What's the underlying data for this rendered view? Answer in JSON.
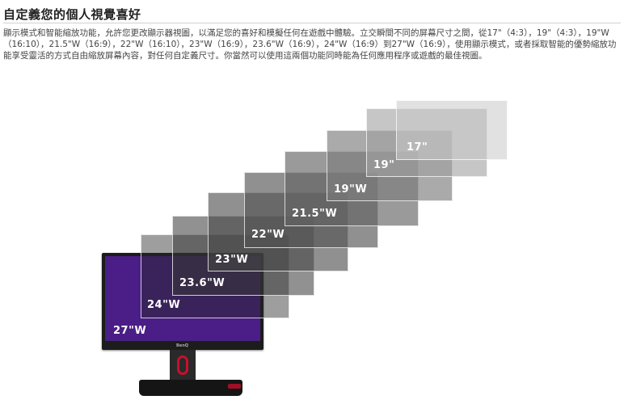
{
  "page": {
    "title": "自定義您的個人視覺喜好",
    "description": "顯示模式和智能縮放功能，允許您更改顯示器視圖，以滿足您的喜好和模擬任何在遊戲中體驗。立交瞬間不同的屏幕尺寸之間，從17\"（4:3），19\"（4:3），19\"W（16:10），21.5\"W（16:9），22\"W（16:10），23\"W（16:9），23.6\"W（16:9），24\"W（16:9）到27\"W（16:9），使用顯示模式，或者採取智能的優勢縮放功能享受靈活的方式自由縮放屏幕內容，對任何自定義尺寸。你當然可以使用這兩個功能同時能為任何應用程序或遊戲的最佳視圖。"
  },
  "monitor": {
    "brand": "BenQ",
    "screen_color": "#4a1e86",
    "stand_accent_color": "#c8102e"
  },
  "sizes": [
    {
      "label": "27\"W",
      "fill": "#4a1e86"
    },
    {
      "label": "24\"W",
      "fill": "#2e2e2e"
    },
    {
      "label": "23.6\"W",
      "fill": "#3a3a3a"
    },
    {
      "label": "23\"W",
      "fill": "#474747"
    },
    {
      "label": "22\"W",
      "fill": "#555555"
    },
    {
      "label": "21.5\"W",
      "fill": "#666666"
    },
    {
      "label": "19\"W",
      "fill": "#7a7a7a"
    },
    {
      "label": "19\"",
      "fill": "#9a9a9a"
    },
    {
      "label": "17\"",
      "fill": "#c4c4c4"
    }
  ]
}
